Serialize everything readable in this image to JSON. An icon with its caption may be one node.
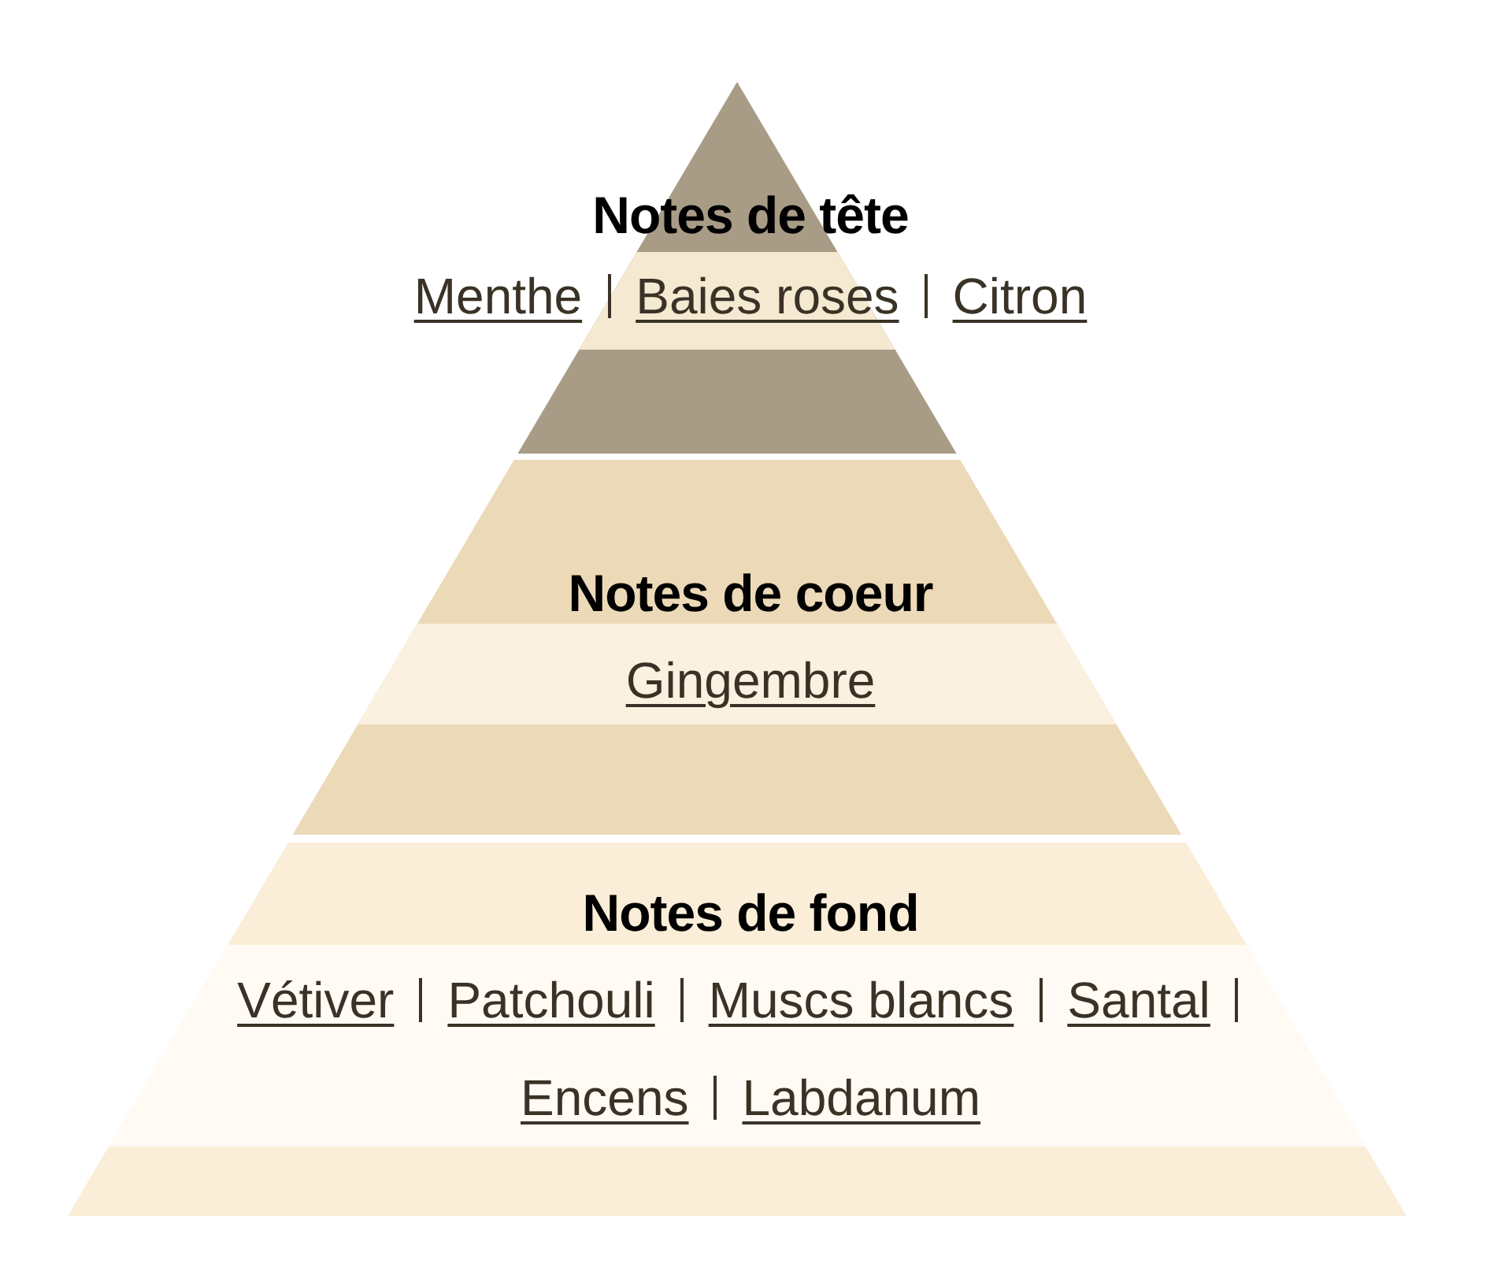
{
  "diagram": {
    "nodes": [
      {
        "text": [
          "Notes de tête",
          "Menthe",
          "Baies roses",
          "Citron"
        ]
      },
      {
        "text": [
          "Notes de coeur",
          "Gingembre"
        ]
      },
      {
        "text": [
          "Notes de fond",
          "Vétiver",
          "Patchouli",
          "Muscs blancs",
          "Santal",
          "Encens",
          "Labdanum"
        ]
      }
    ]
  }
}
